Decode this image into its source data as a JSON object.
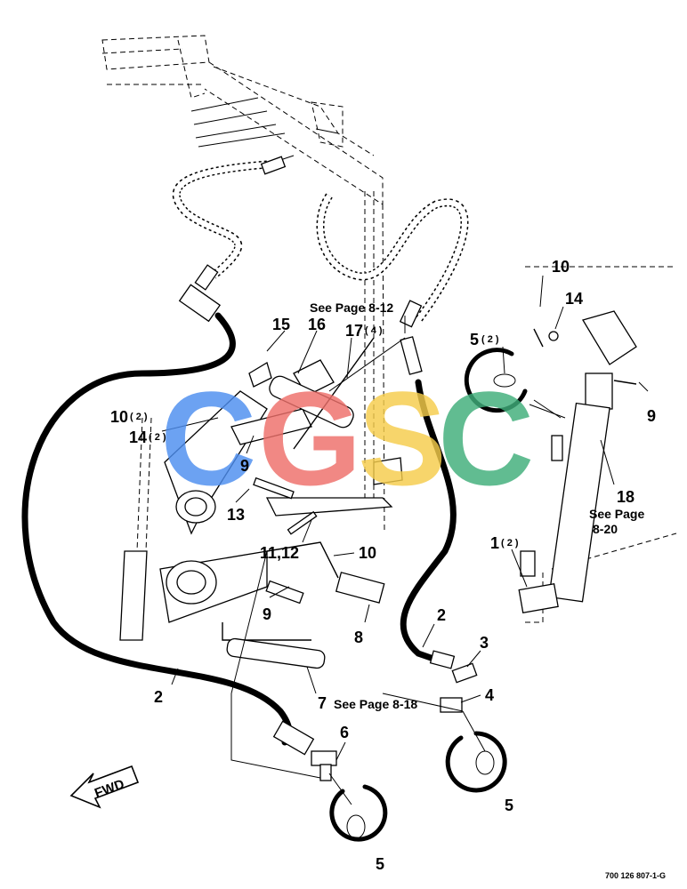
{
  "callouts": {
    "c10_top": "10",
    "c14_top": "14",
    "c5_top": "5",
    "c5_top_qty": "( 2 )",
    "c9_right": "9",
    "c15": "15",
    "c16": "16",
    "c17": "17",
    "c17_qty": "( 4 )",
    "c10_left": "10",
    "c10_left_qty": "( 2 )",
    "c14_left": "14",
    "c14_left_qty": "( 2 )",
    "c9_mid": "9",
    "c13": "13",
    "c11_12": "11,12",
    "c10_mid": "10",
    "c9_low": "9",
    "c8": "8",
    "c18": "18",
    "c1": "1",
    "c1_qty": "( 2 )",
    "c2_right": "2",
    "c3": "3",
    "c4": "4",
    "c2_left": "2",
    "c7": "7",
    "c6": "6",
    "c5_right": "5",
    "c5_bottom": "5"
  },
  "references": {
    "see_8_12": "See Page 8-12",
    "see_8_18": "See Page 8-18",
    "see_8_20_line1": "See Page",
    "see_8_20_line2": "8-20"
  },
  "fwd_label": "FWD",
  "figure_number": "700 126 807-1-G",
  "watermark": {
    "letters": [
      "C",
      "G",
      "S",
      "C"
    ],
    "colors": [
      "#4d8ef0",
      "#ee6f6a",
      "#f6cd4b",
      "#3fae7a"
    ]
  }
}
